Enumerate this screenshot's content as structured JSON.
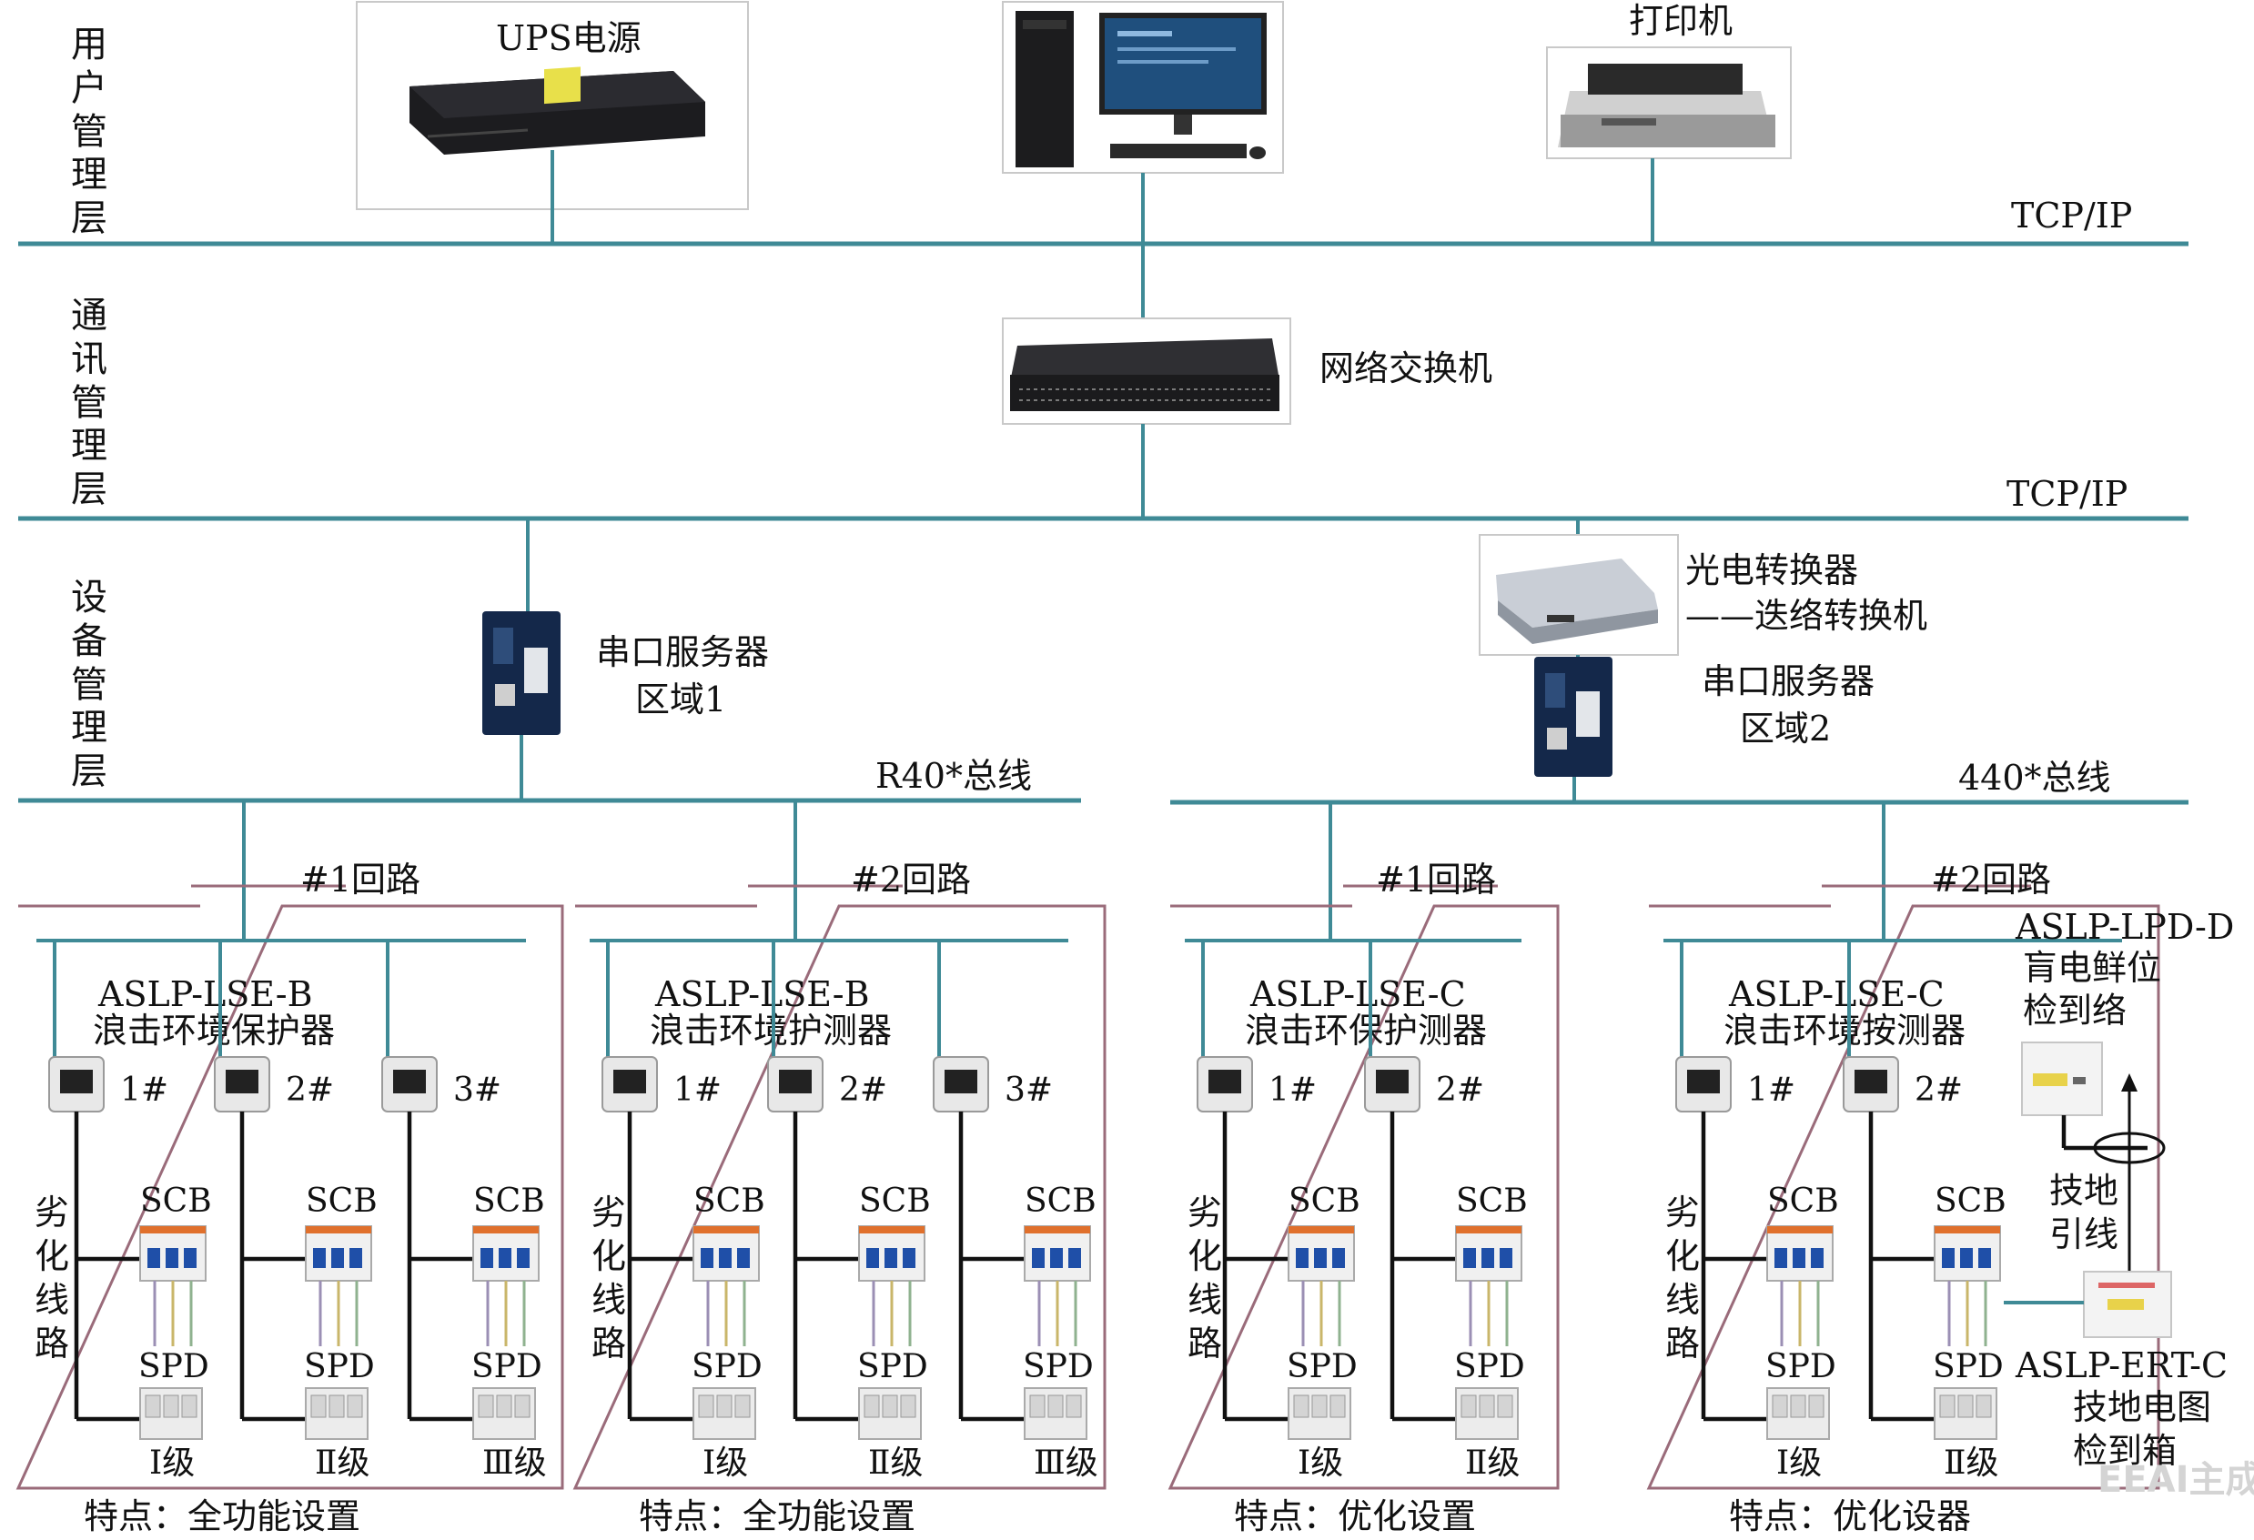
{
  "layers": {
    "user": "用户管理层",
    "comm": "通讯管理层",
    "device": "设备管理层"
  },
  "devices": {
    "ups": "UPS电源",
    "printer": "打印机",
    "switch": "网络交换机",
    "converter_line1": "光电转换器",
    "converter_line2": "——迭络转换机",
    "serial1_line1": "串口服务器",
    "serial1_line2": "区域1",
    "serial2_line1": "串口服务器",
    "serial2_line2": "区域2"
  },
  "buses": {
    "tcp1": "TCP/IP",
    "tcp2": "TCP/IP",
    "r485_left": "R40*总线",
    "r485_right": "440*总线"
  },
  "circuits": [
    {
      "loop": "#1回路",
      "model": "ASLP-LSE-B",
      "name": "浪击环境保护器",
      "feature": "特点：全功能设置",
      "branches": [
        "1#",
        "2#",
        "3#"
      ],
      "levels": [
        "Ⅰ级",
        "Ⅱ级",
        "Ⅲ级"
      ]
    },
    {
      "loop": "#2回路",
      "model": "ASLP-LSE-B",
      "name": "浪击环境护测器",
      "feature": "特点：全功能设置",
      "branches": [
        "1#",
        "2#",
        "3#"
      ],
      "levels": [
        "Ⅰ级",
        "Ⅱ级",
        "Ⅲ级"
      ]
    },
    {
      "loop": "#1回路",
      "model": "ASLP-LSE-C",
      "name": "浪击环保护测器",
      "feature": "特点：优化设置",
      "branches": [
        "1#",
        "2#"
      ],
      "levels": [
        "Ⅰ级",
        "Ⅱ级"
      ]
    },
    {
      "loop": "#2回路",
      "model": "ASLP-LSE-C",
      "name": "浪击环境按测器",
      "feature": "特点：优化设器",
      "branches": [
        "1#",
        "2#"
      ],
      "levels": [
        "Ⅰ级",
        "Ⅱ级"
      ]
    }
  ],
  "labels": {
    "scb": "SCB",
    "spd": "SPD",
    "degrade": "劣化线路",
    "lpd_model": "ASLP-LPD-D",
    "lpd_line1": "肓电鲜位",
    "lpd_line2": "检到络",
    "ground_line1": "技地",
    "ground_line2": "引线",
    "ert_model": "ASLP-ERT-C",
    "ert_line1": "技地电图",
    "ert_line2": "检到箱",
    "watermark": "EEAI主成"
  },
  "colors": {
    "bus": "#3f8a96",
    "frame": "#9a6b7a",
    "wire": "#111111"
  }
}
